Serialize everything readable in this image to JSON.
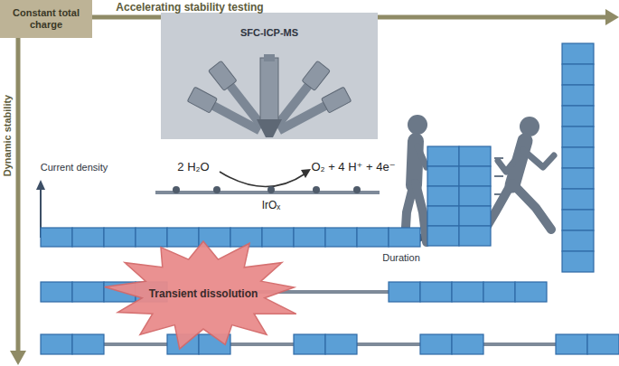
{
  "diagram": {
    "nodes": [
      {
        "text": [
          "Constant total charge"
        ]
      },
      {
        "text": [
          "SFC-ICP-MS"
        ]
      },
      {
        "text": [
          "Transient dissolution"
        ]
      }
    ],
    "labels": [
      "Accelerating stability testing",
      "Dynamic stability",
      "Current density",
      "2 H₂O",
      "O₂ + 4 H⁺ + 4e⁻",
      "IrOₓ",
      "Duration"
    ]
  }
}
